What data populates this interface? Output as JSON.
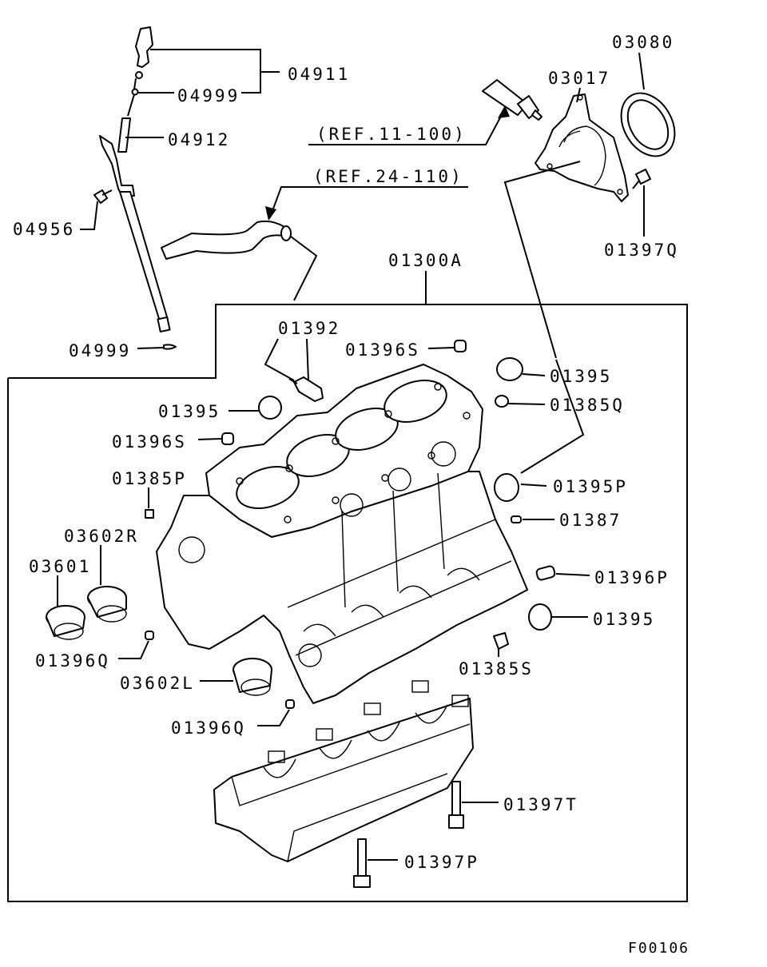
{
  "figure_id": "F00106",
  "labels": {
    "p04911": "04911",
    "p04999a": "04999",
    "p04912": "04912",
    "p04956": "04956",
    "p04999b": "04999",
    "ref11": "(REF.11-100)",
    "ref24": "(REF.24-110)",
    "p03017": "03017",
    "p03080": "03080",
    "p01397Q": "01397Q",
    "p01300A": "01300A",
    "p01392": "01392",
    "p01396S_a": "01396S",
    "p01395_a": "01395",
    "p01385Q": "01385Q",
    "p01395_b": "01395",
    "p01396S_b": "01396S",
    "p01395P": "01395P",
    "p01385P": "01385P",
    "p01387": "01387",
    "p03602R": "03602R",
    "p01396P": "01396P",
    "p03601": "03601",
    "p01395_c": "01395",
    "p01385S": "01385S",
    "p01396Q_a": "01396Q",
    "p03602L": "03602L",
    "p01396Q_b": "01396Q",
    "p01397T": "01397T",
    "p01397P": "01397P"
  }
}
